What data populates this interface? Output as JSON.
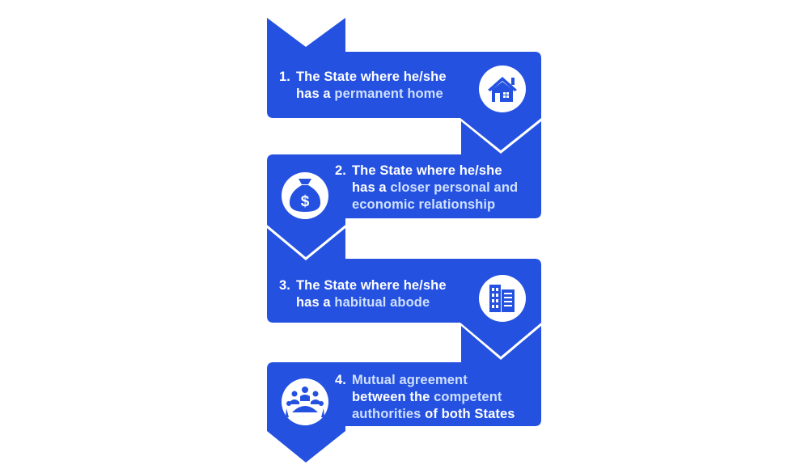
{
  "colors": {
    "ribbon": "#2451e0",
    "icon_circle": "#ffffff",
    "text": "#ffffff",
    "highlight": "#cfe0ff"
  },
  "steps": [
    {
      "number": "1.",
      "lines": [
        [
          {
            "t": "The State where he/she",
            "hl": false
          }
        ],
        [
          {
            "t": "has a ",
            "hl": false
          },
          {
            "t": "permanent home",
            "hl": true
          }
        ]
      ],
      "icon": "house-icon"
    },
    {
      "number": "2.",
      "lines": [
        [
          {
            "t": "The State where he/she",
            "hl": false
          }
        ],
        [
          {
            "t": "has a ",
            "hl": false
          },
          {
            "t": "closer personal and",
            "hl": true
          }
        ],
        [
          {
            "t": "economic relationship",
            "hl": true
          }
        ]
      ],
      "icon": "money-bag-icon"
    },
    {
      "number": "3.",
      "lines": [
        [
          {
            "t": "The State where he/she",
            "hl": false
          }
        ],
        [
          {
            "t": "has a ",
            "hl": false
          },
          {
            "t": "habitual abode",
            "hl": true
          }
        ]
      ],
      "icon": "building-icon"
    },
    {
      "number": "4.",
      "lines": [
        [
          {
            "t": "Mutual agreement",
            "hl": true
          }
        ],
        [
          {
            "t": "between the ",
            "hl": false
          },
          {
            "t": "competent",
            "hl": true
          }
        ],
        [
          {
            "t": "authorities",
            "hl": true
          },
          {
            "t": " of both States",
            "hl": false
          }
        ]
      ],
      "icon": "meeting-icon"
    }
  ]
}
